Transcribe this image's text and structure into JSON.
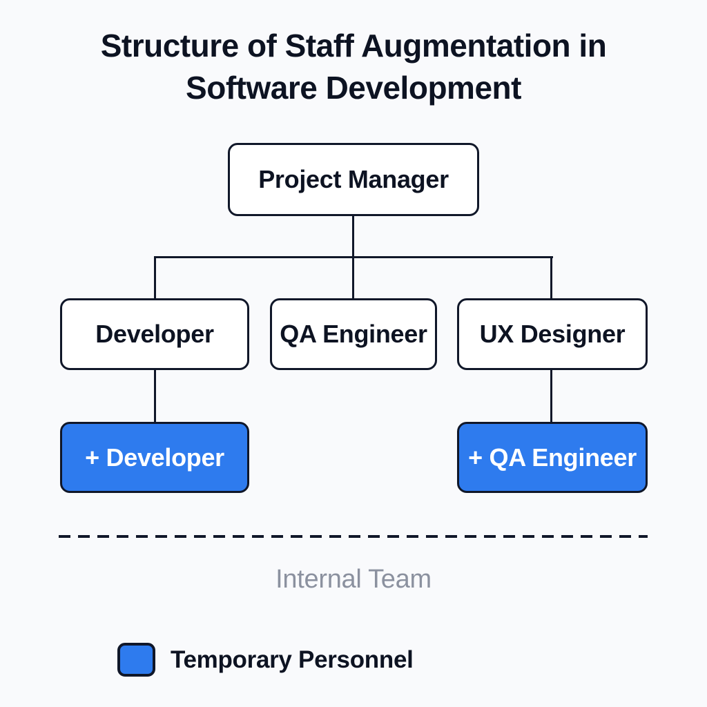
{
  "title": "Structure of Staff Augmentation in Software Development",
  "diagram": {
    "type": "org-chart",
    "root": {
      "label": "Project Manager",
      "role": "internal"
    },
    "internal_nodes": [
      {
        "label": "Developer"
      },
      {
        "label": "QA Engineer"
      },
      {
        "label": "UX Designer"
      }
    ],
    "temporary_nodes": [
      {
        "label": "+ Developer",
        "attached_to": "Developer"
      },
      {
        "label": "+ QA Engineer",
        "attached_to": "UX Designer"
      }
    ],
    "separator_label": "Internal Team"
  },
  "legend": {
    "swatch": "temporary-color-swatch",
    "label": "Temporary Personnel"
  },
  "colors": {
    "outline": "#101729",
    "temporary_fill": "#2e7bee",
    "muted_label": "#8b919f",
    "background": "#f9fafc",
    "ink": "#0d1322"
  }
}
